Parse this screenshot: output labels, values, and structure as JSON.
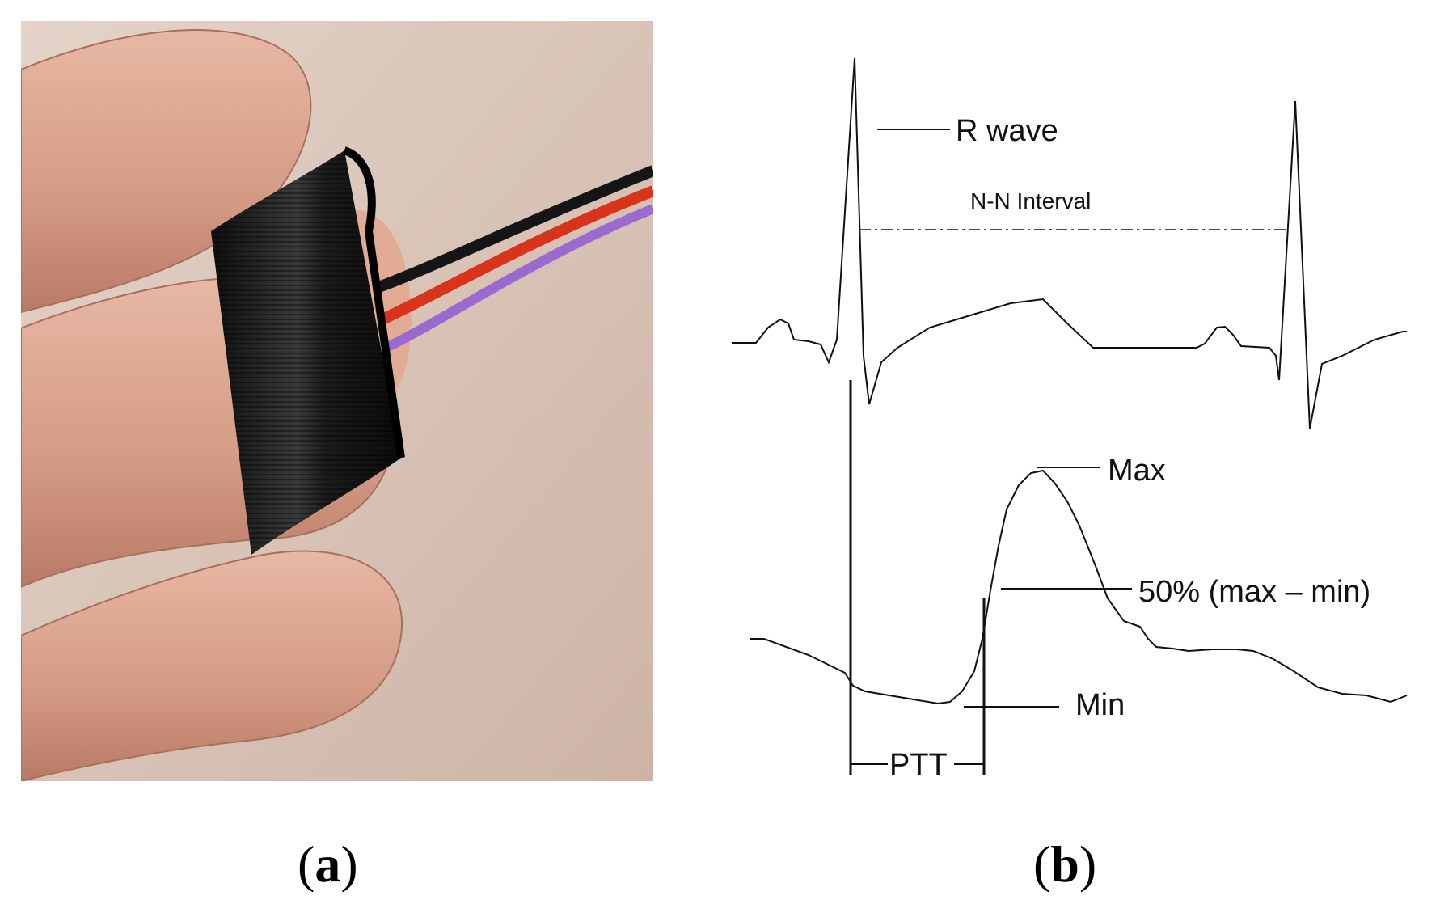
{
  "panel_a": {
    "caption_open": "(",
    "caption_letter": "a",
    "caption_close": ")"
  },
  "panel_b": {
    "caption_open": "(",
    "caption_letter": "b",
    "caption_close": ")",
    "labels": {
      "r_wave": "R wave",
      "nn_interval": "N-N Interval",
      "max": "Max",
      "half": "50% (max – min)",
      "min": "Min",
      "ptt": "PTT"
    }
  },
  "colors": {
    "skin": "#d9a590",
    "background_wall": "#d8c4b8",
    "velcro_band": "#1a1a1a",
    "wire_red": "#d8341c",
    "wire_purple": "#9a6ad0",
    "wire_black": "#151515",
    "trace": "#111111"
  }
}
